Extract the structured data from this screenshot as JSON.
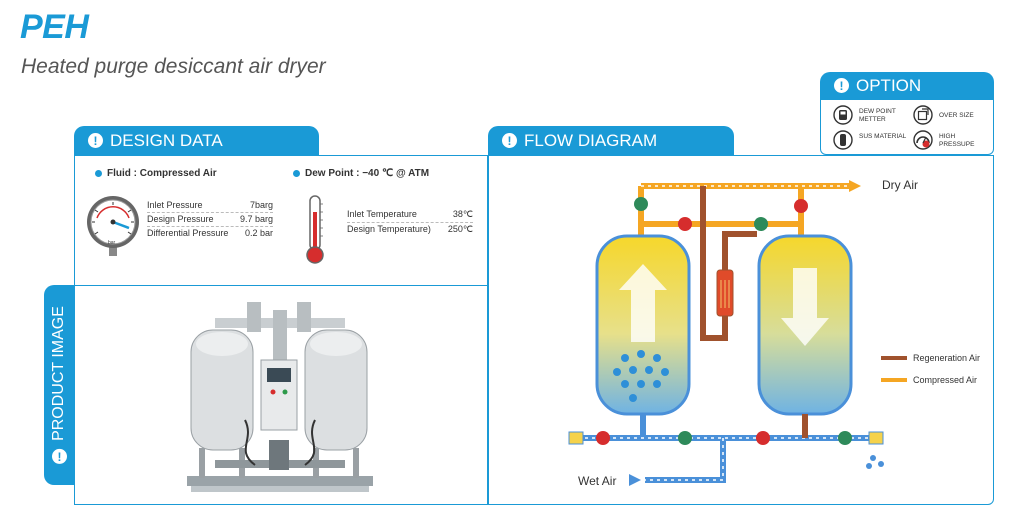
{
  "header": {
    "title": "PEH",
    "subtitle": "Heated purge desiccant air dryer"
  },
  "option": {
    "label": "OPTION",
    "items": [
      {
        "label": "DEW POINT METTER",
        "icon": "dew-point-meter-icon"
      },
      {
        "label": "OVER SIZE",
        "icon": "over-size-icon"
      },
      {
        "label": "SUS MATERIAL",
        "icon": "sus-material-icon"
      },
      {
        "label": "HIGH PRESSUPE",
        "icon": "high-pressure-icon"
      }
    ]
  },
  "design_data": {
    "label": "DESIGN DATA",
    "fluid": "Fluid : Compressed Air",
    "dew_point": "Dew Point : −40 ℃ @ ATM",
    "pressure_rows": [
      {
        "name": "Inlet Pressure",
        "value": "7barg"
      },
      {
        "name": "Design  Pressure",
        "value": "9.7 barg"
      },
      {
        "name": "Differential Pressure",
        "value": "0.2 bar"
      }
    ],
    "temp_rows": [
      {
        "name": "Inlet Temperature",
        "value": "38℃"
      },
      {
        "name": "Design Temperature)",
        "value": "250℃"
      }
    ],
    "gauge_unit": "bar"
  },
  "product_image": {
    "label": "PRODUCT IMAGE"
  },
  "flow_diagram": {
    "label": "FLOW DIAGRAM",
    "dry_air": "Dry Air",
    "wet_air": "Wet Air",
    "legend": [
      {
        "label": "Regeneration Air",
        "color": "#a0522d"
      },
      {
        "label": "Compressed Air",
        "color": "#f5a623"
      }
    ]
  },
  "colors": {
    "accent": "#1a9ad6",
    "regeneration": "#a0522d",
    "compressed": "#f5a623",
    "pipe_blue": "#4a90d9"
  }
}
